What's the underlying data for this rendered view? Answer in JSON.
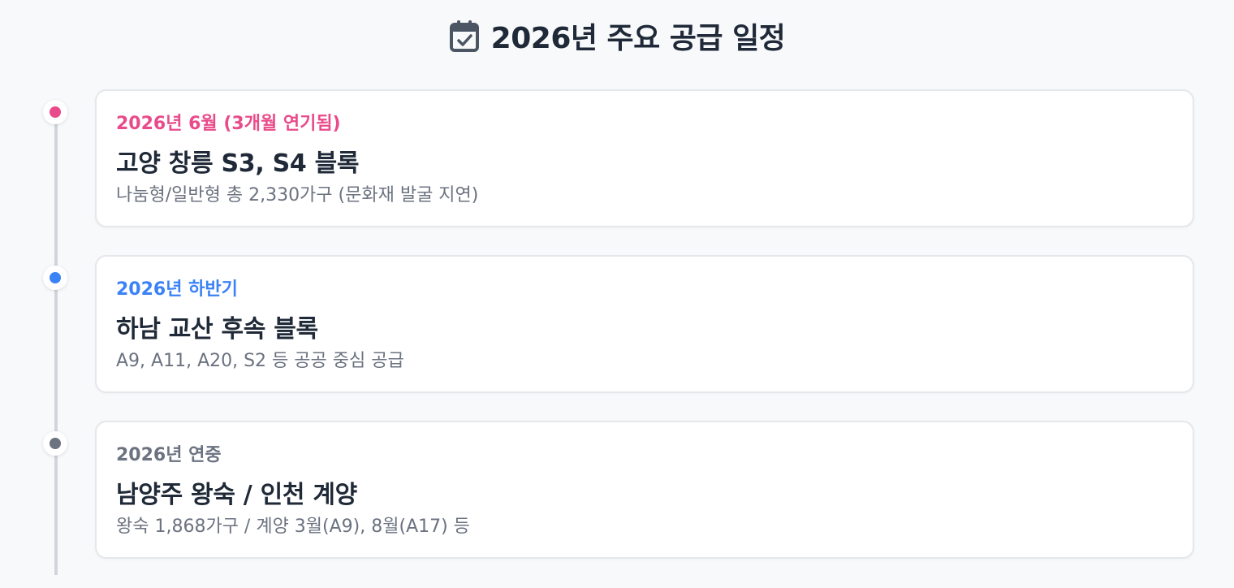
{
  "header": {
    "title": "2026년 주요 공급 일정",
    "icon": "calendar-check-icon"
  },
  "timeline": [
    {
      "date": "2026년 6월 (3개월 연기됨)",
      "title": "고양 창릉 S3, S4 블록",
      "desc": "나눔형/일반형 총 2,330가구 (문화재 발굴 지연)",
      "color": "#e94b8a"
    },
    {
      "date": "2026년 하반기",
      "title": "하남 교산 후속 블록",
      "desc": "A9, A11, A20, S2 등 공공 중심 공급",
      "color": "#3b82f6"
    },
    {
      "date": "2026년 연중",
      "title": "남양주 왕숙 / 인천 계양",
      "desc": "왕숙 1,868가구 / 계양 3월(A9), 8월(A17) 등",
      "color": "#6b7280"
    }
  ]
}
